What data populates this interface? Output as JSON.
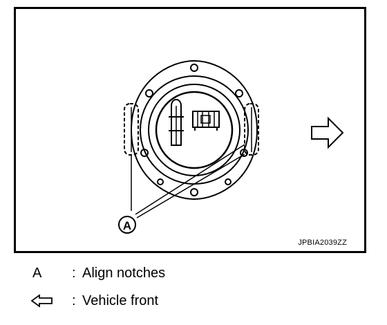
{
  "figure": {
    "callout_label": "A",
    "figure_id": "JPBIA2039ZZ",
    "front_arrow_icon": "hollow-left-arrow-icon"
  },
  "legend": {
    "items": [
      {
        "key": "A",
        "separator": ":",
        "text": "Align notches"
      },
      {
        "key_icon": "hollow-left-arrow-icon",
        "separator": ":",
        "text": "Vehicle front"
      }
    ]
  },
  "colors": {
    "line": "#000000",
    "background": "#ffffff"
  }
}
